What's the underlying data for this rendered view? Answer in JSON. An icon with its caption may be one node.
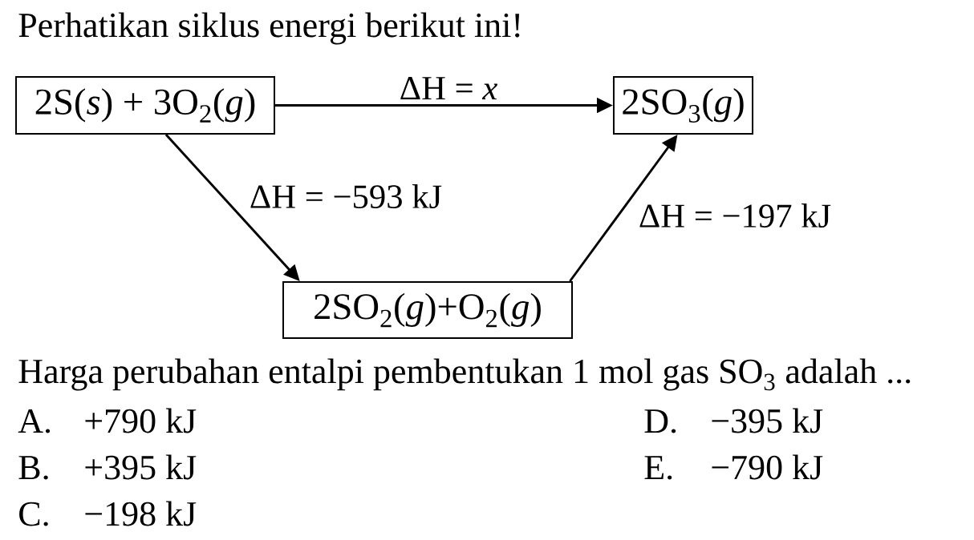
{
  "diagram": {
    "title": "Perhatikan siklus energi berikut ini!",
    "nodes": [
      {
        "text": [
          "2S(*s*) + 3O$_{2}$(*g*)"
        ]
      },
      {
        "text": [
          "2SO$_{3}$(*g*)"
        ]
      },
      {
        "text": [
          "2SO$_{2}$(*g*)+O$_{2}$(*g*)"
        ]
      }
    ],
    "edges": [
      {
        "from": 0,
        "to": 1,
        "arrow": "to",
        "label": "ΔH = *x*"
      },
      {
        "from": 0,
        "to": 2,
        "arrow": "to",
        "label": "ΔH = −593 kJ"
      },
      {
        "from": 2,
        "to": 1,
        "arrow": "to",
        "label": "ΔH = −197 kJ"
      }
    ],
    "labels": [
      "Harga perubahan entalpi pembentukan 1 mol gas SO$_{3}$ adalah ...",
      "A.",
      "+790 kJ",
      "D.",
      "−395 kJ",
      "B.",
      "+395 kJ",
      "E.",
      "−790 kJ",
      "C.",
      "−198 kJ"
    ]
  }
}
